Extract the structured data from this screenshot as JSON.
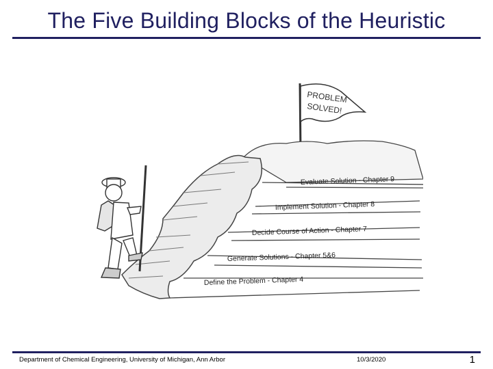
{
  "slide": {
    "title": "The Five Building Blocks of the Heuristic",
    "flag_text_line1": "PROBLEM",
    "flag_text_line2": "SOLVED!",
    "steps": [
      "Evaluate Solution - Chapter 9",
      "Implement Solution - Chapter 8",
      "Decide Course of Action - Chapter 7",
      "Generate Solutions - Chapter 5&6",
      "Define the Problem - Chapter 4"
    ]
  },
  "footer": {
    "department": "Department of Chemical Engineering, University of Michigan, Ann Arbor",
    "date": "10/3/2020",
    "page_number": "1"
  },
  "colors": {
    "title": "#202060",
    "rule": "#202060"
  }
}
